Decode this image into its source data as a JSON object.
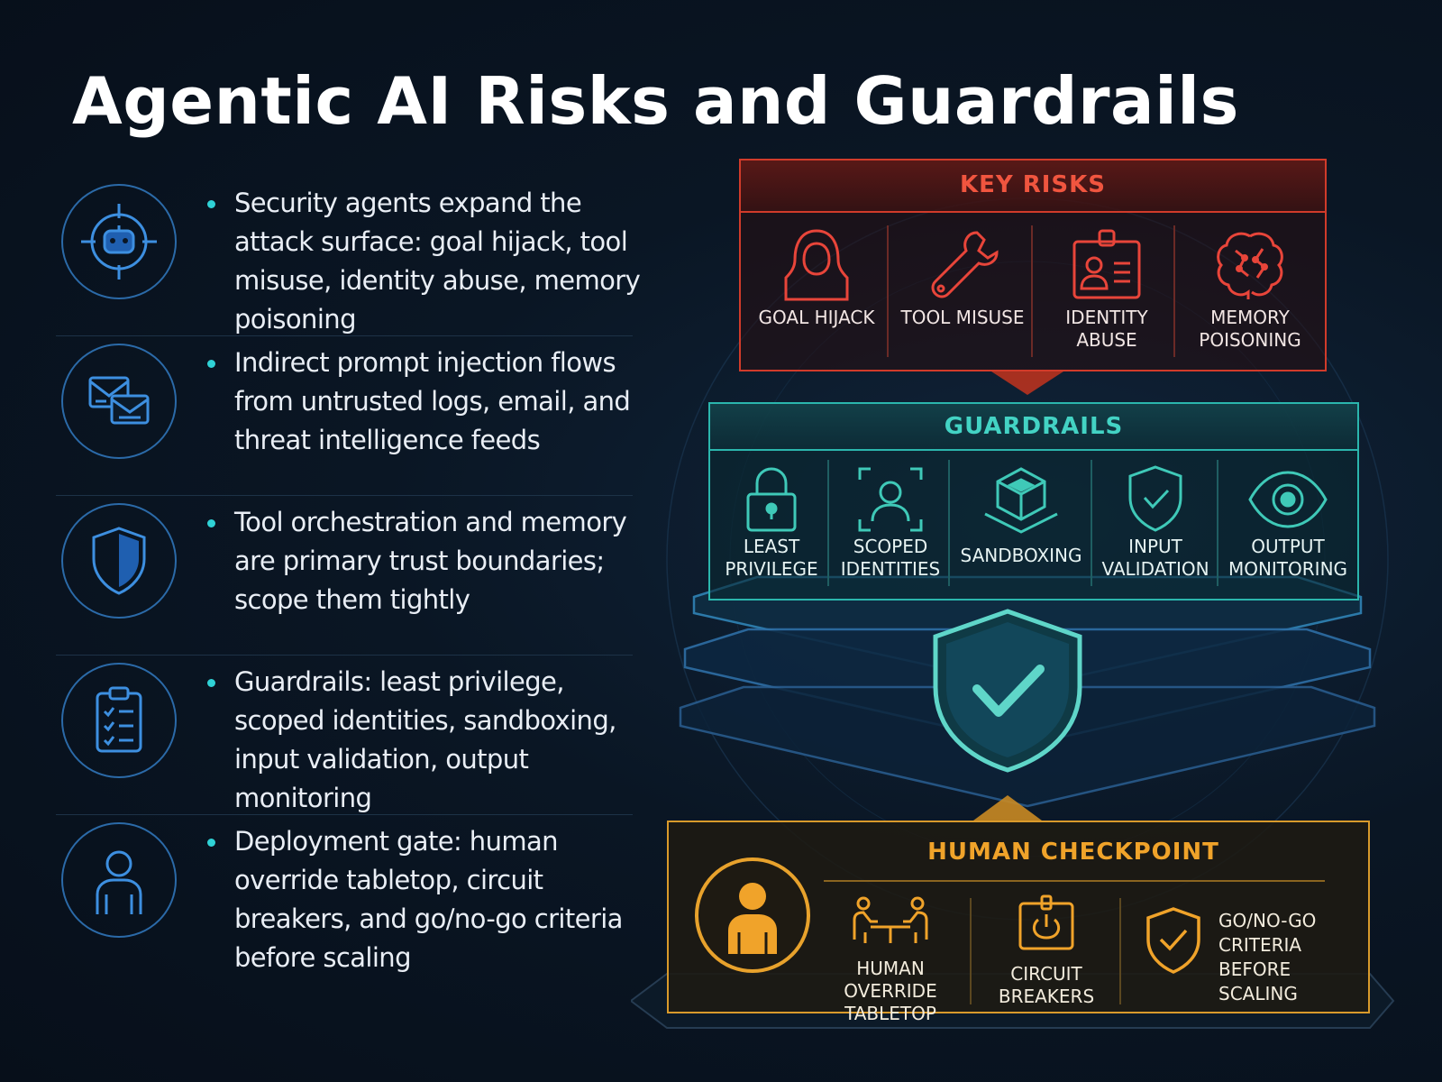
{
  "title": "Agentic AI Risks and Guardrails",
  "points": [
    {
      "icon": "robot-target-icon",
      "text": "Security agents expand the attack surface: goal hijack, tool misuse, identity abuse, memory poisoning"
    },
    {
      "icon": "envelopes-icon",
      "text": "Indirect prompt injection flows from untrusted logs, email, and threat intelligence feeds"
    },
    {
      "icon": "shield-icon",
      "text": "Tool orchestration and memory are primary trust boundaries; scope them tightly"
    },
    {
      "icon": "clipboard-checklist-icon",
      "text": "Guardrails: least privilege, scoped identities, sandboxing, input validation, output monitoring"
    },
    {
      "icon": "person-icon",
      "text": "Deployment gate: human override tabletop, circuit breakers, and go/no-go criteria before scaling"
    }
  ],
  "risks": {
    "header": "KEY RISKS",
    "items": [
      {
        "icon": "hooded-figure-icon",
        "label": "GOAL HIJACK"
      },
      {
        "icon": "wrench-icon",
        "label": "TOOL MISUSE"
      },
      {
        "icon": "id-badge-icon",
        "label": "IDENTITY ABUSE"
      },
      {
        "icon": "brain-icon",
        "label": "MEMORY POISONING"
      }
    ]
  },
  "guardrails": {
    "header": "GUARDRAILS",
    "items": [
      {
        "icon": "padlock-icon",
        "label": "LEAST PRIVILEGE"
      },
      {
        "icon": "scoped-user-icon",
        "label": "SCOPED IDENTITIES"
      },
      {
        "icon": "sandbox-cube-icon",
        "label": "SANDBOXING"
      },
      {
        "icon": "shield-check-icon",
        "label": "INPUT VALIDATION"
      },
      {
        "icon": "eye-icon",
        "label": "OUTPUT MONITORING"
      }
    ]
  },
  "checkpoint": {
    "header": "HUMAN CHECKPOINT",
    "items": [
      {
        "icon": "meeting-table-icon",
        "label": "HUMAN OVERRIDE TABLETOP"
      },
      {
        "icon": "power-switch-icon",
        "label": "CIRCUIT BREAKERS"
      },
      {
        "icon": "shield-check-icon",
        "label": "GO/NO-GO CRITERIA BEFORE SCALING"
      }
    ]
  },
  "colors": {
    "risk": "#d13b2a",
    "guardrail": "#2bb6ad",
    "checkpoint": "#d99a2b",
    "accent_blue": "#2b6aa8",
    "bullet": "#2fd2d6"
  }
}
